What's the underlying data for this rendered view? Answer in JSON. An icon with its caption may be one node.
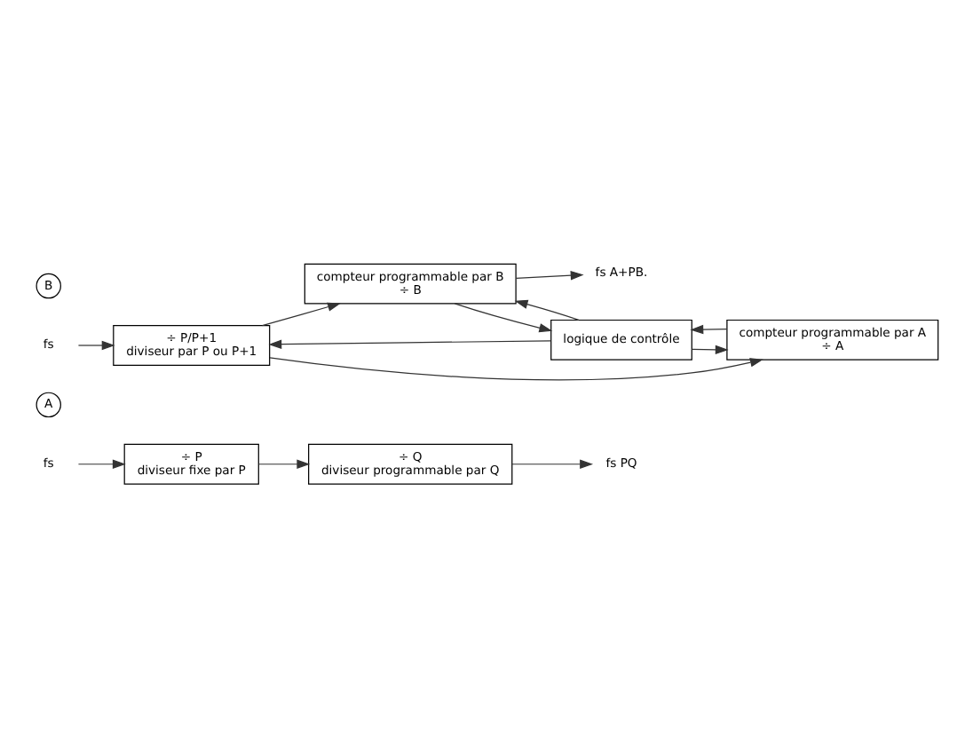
{
  "diagram": {
    "nodes": [
      {
        "text": [
          "fs"
        ]
      },
      {
        "text": [
          "÷ P",
          "diviseur fixe par P"
        ]
      },
      {
        "text": [
          "÷ Q",
          "diviseur programmable par Q"
        ]
      },
      {
        "text": [
          "fs PQ"
        ]
      },
      {
        "text": [
          "fs"
        ]
      },
      {
        "text": [
          "÷ P/P+1",
          "diviseur par P ou P+1"
        ]
      },
      {
        "text": [
          "compteur programmable par B",
          "÷ B"
        ]
      },
      {
        "text": [
          "fs A+PB."
        ]
      },
      {
        "text": [
          "compteur programmable par A",
          "÷ A"
        ]
      },
      {
        "text": [
          "logique de contrôle"
        ]
      }
    ],
    "edges": [
      {
        "from": 0,
        "to": 1,
        "arrow": "to"
      },
      {
        "from": 1,
        "to": 2,
        "arrow": "to"
      },
      {
        "from": 2,
        "to": 3,
        "arrow": "to"
      },
      {
        "from": 4,
        "to": 5,
        "arrow": "to"
      },
      {
        "from": 5,
        "to": 6,
        "arrow": "to"
      },
      {
        "from": 5,
        "to": 8,
        "arrow": "to"
      },
      {
        "from": 6,
        "to": 7,
        "arrow": "to"
      },
      {
        "from": 6,
        "to": 9,
        "arrow": "to"
      },
      {
        "from": 9,
        "to": 6,
        "arrow": "to"
      },
      {
        "from": 8,
        "to": 9,
        "arrow": "to"
      },
      {
        "from": 9,
        "to": 8,
        "arrow": "to"
      },
      {
        "from": 9,
        "to": 5,
        "arrow": "to"
      }
    ],
    "labels": [
      "A",
      "B"
    ]
  }
}
